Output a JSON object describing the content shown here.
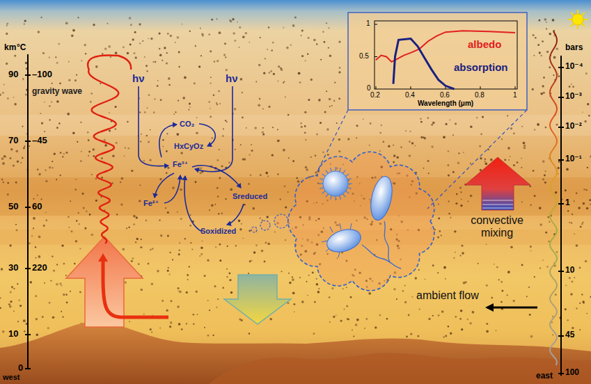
{
  "diagram": {
    "labels": [
      "km",
      "°C",
      "90",
      "–100",
      "70",
      "–45",
      "50",
      "60",
      "30",
      "220",
      "10",
      "0",
      "west",
      "gravity wave",
      "hν",
      "hν",
      "CO₂",
      "HxCyOz",
      "Fe³⁺",
      "Fe²⁺",
      "Sreduced",
      "Soxidized",
      "albedo",
      "absorption",
      "1",
      "0.5",
      "0",
      "0.2",
      "0.4",
      "0.6",
      "0.8",
      "1",
      "Wavelength (μm)",
      "convective mixing",
      "ambient flow",
      "bars",
      "10⁻⁴",
      "10⁻³",
      "10⁻²",
      "10⁻¹",
      "1",
      "10",
      "45",
      "100",
      "east"
    ]
  }
}
